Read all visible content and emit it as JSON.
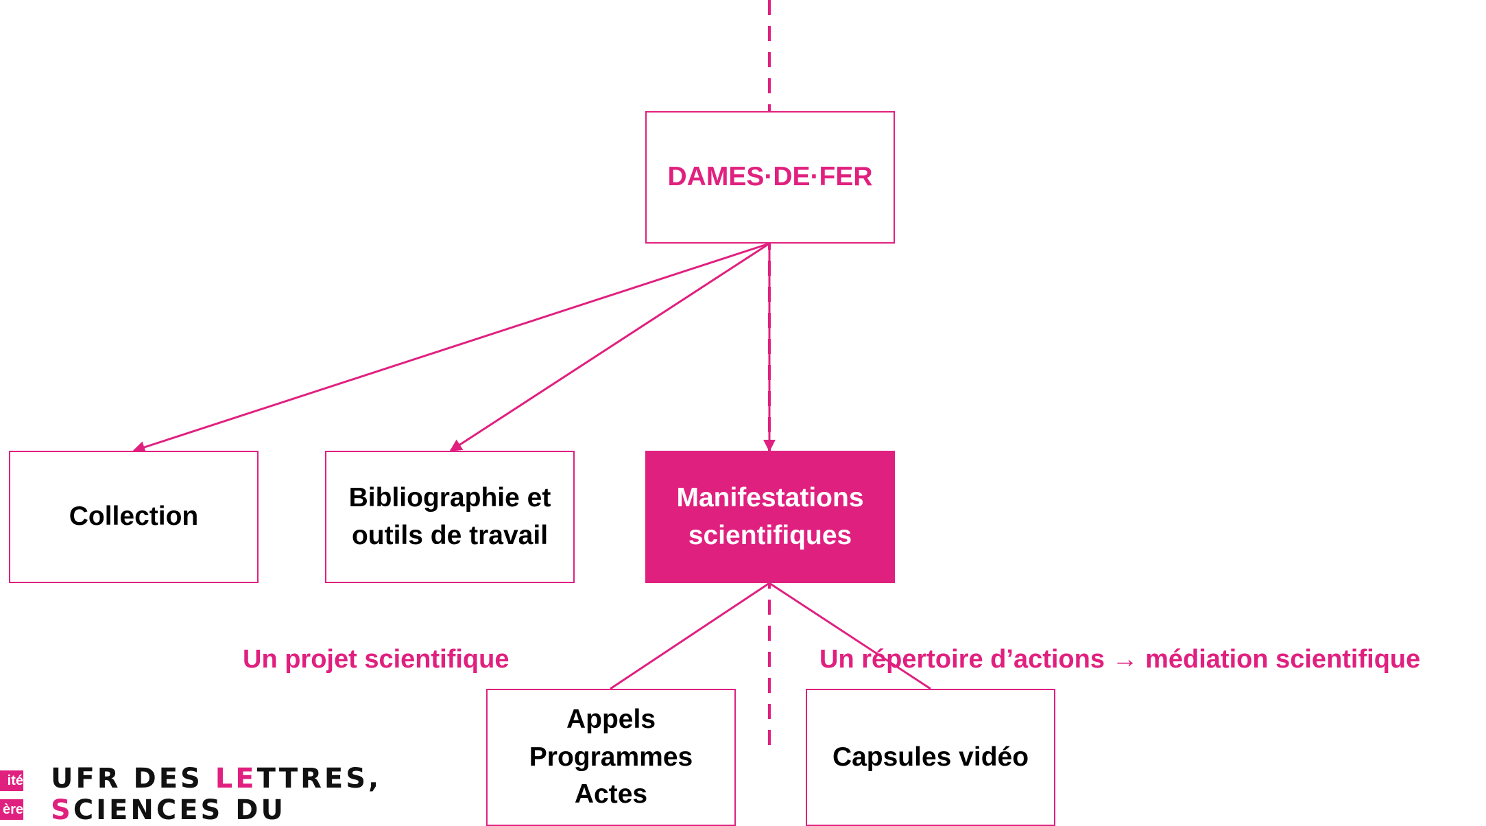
{
  "colors": {
    "accent": "#e0207f",
    "text": "#000000",
    "background": "#ffffff"
  },
  "nodes": {
    "root": "DAMES·DE·FER",
    "collection": "Collection",
    "bibliographie": [
      "Bibliographie et",
      "outils de travail"
    ],
    "manifestations": [
      "Manifestations",
      "scientifiques"
    ],
    "appels": [
      "Appels",
      "Programmes",
      "Actes"
    ],
    "capsules": "Capsules vidéo"
  },
  "labels": {
    "left": "Un projet scientifique",
    "right": "Un répertoire d’actions → médiation scientifique"
  },
  "logo": {
    "mark_top": "ité",
    "mark_bottom": "ère",
    "line1_pre": "UFR Des ",
    "line1_accent": "Le",
    "line1_post": "ttres,",
    "line2_accent": "S",
    "line2_post": "ciences du"
  }
}
